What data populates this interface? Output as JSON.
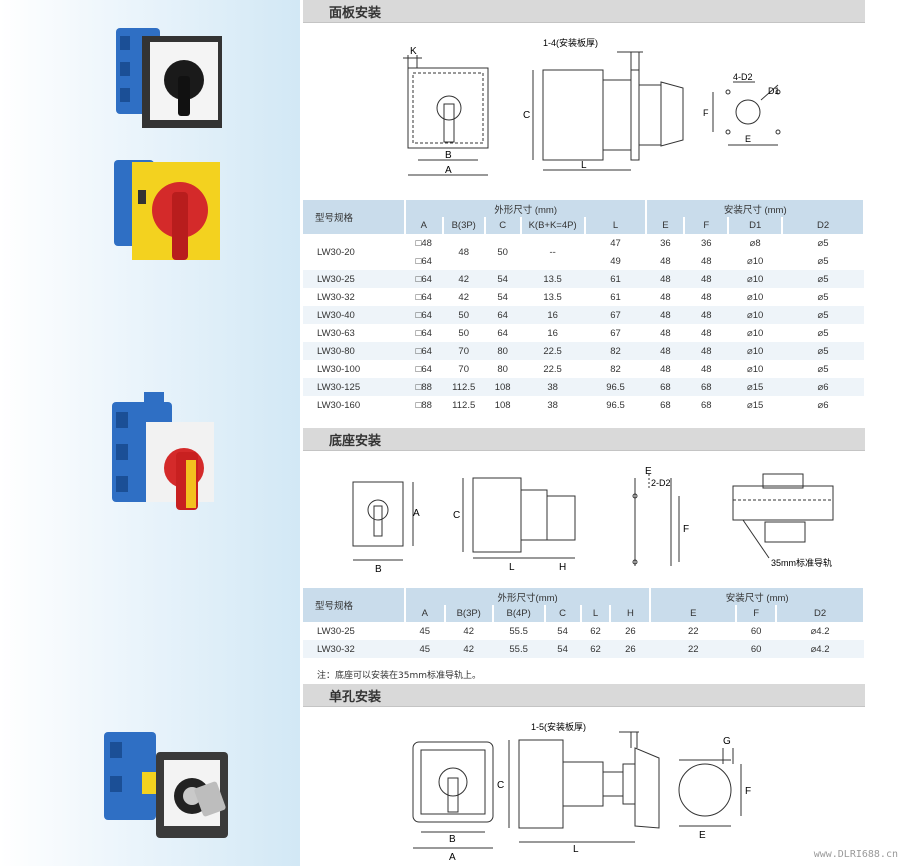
{
  "sections": {
    "panel": {
      "title": "面板安装"
    },
    "base": {
      "title": "底座安装"
    },
    "single": {
      "title": "单孔安装"
    }
  },
  "diagram_labels": {
    "panel": {
      "k": "K",
      "thickness": "1-4(安装板厚)",
      "c": "C",
      "b": "B",
      "a": "A",
      "l": "L",
      "d2": "4-D2",
      "d1": "D1",
      "f": "F",
      "e": "E"
    },
    "base": {
      "a": "A",
      "b": "B",
      "c": "C",
      "l": "L",
      "h": "H",
      "e": "E",
      "d2": "2-D2",
      "f": "F",
      "rail": "35mm标准导轨"
    },
    "single": {
      "thickness": "1-5(安装板厚)",
      "c": "C",
      "b": "B",
      "a": "A",
      "l": "L",
      "g": "G",
      "f": "F",
      "e": "E"
    }
  },
  "table1": {
    "model_header": "型号规格",
    "group1": "外形尺寸 (mm)",
    "group2": "安装尺寸 (mm)",
    "cols": [
      "A",
      "B(3P)",
      "C",
      "K(B+K=4P)",
      "L",
      "E",
      "F",
      "D1",
      "D2"
    ],
    "rows": [
      {
        "model": "LW30-20",
        "a1": "□48",
        "a2": "□64",
        "b": "48",
        "c": "50",
        "k": "--",
        "l1": "47",
        "l2": "49",
        "e1": "36",
        "e2": "48",
        "f1": "36",
        "f2": "48",
        "d11": "⌀8",
        "d12": "⌀10",
        "d21": "⌀5",
        "d22": "⌀5"
      },
      [
        "LW30-25",
        "□64",
        "42",
        "54",
        "13.5",
        "61",
        "48",
        "48",
        "⌀10",
        "⌀5"
      ],
      [
        "LW30-32",
        "□64",
        "42",
        "54",
        "13.5",
        "61",
        "48",
        "48",
        "⌀10",
        "⌀5"
      ],
      [
        "LW30-40",
        "□64",
        "50",
        "64",
        "16",
        "67",
        "48",
        "48",
        "⌀10",
        "⌀5"
      ],
      [
        "LW30-63",
        "□64",
        "50",
        "64",
        "16",
        "67",
        "48",
        "48",
        "⌀10",
        "⌀5"
      ],
      [
        "LW30-80",
        "□64",
        "70",
        "80",
        "22.5",
        "82",
        "48",
        "48",
        "⌀10",
        "⌀5"
      ],
      [
        "LW30-100",
        "□64",
        "70",
        "80",
        "22.5",
        "82",
        "48",
        "48",
        "⌀10",
        "⌀5"
      ],
      [
        "LW30-125",
        "□88",
        "112.5",
        "108",
        "38",
        "96.5",
        "68",
        "68",
        "⌀15",
        "⌀6"
      ],
      [
        "LW30-160",
        "□88",
        "112.5",
        "108",
        "38",
        "96.5",
        "68",
        "68",
        "⌀15",
        "⌀6"
      ]
    ]
  },
  "table2": {
    "model_header": "型号规格",
    "group1": "外形尺寸(mm)",
    "group2": "安装尺寸 (mm)",
    "cols": [
      "A",
      "B(3P)",
      "B(4P)",
      "C",
      "L",
      "H",
      "E",
      "F",
      "D2"
    ],
    "rows": [
      [
        "LW30-25",
        "45",
        "42",
        "55.5",
        "54",
        "62",
        "26",
        "22",
        "60",
        "⌀4.2"
      ],
      [
        "LW30-32",
        "45",
        "42",
        "55.5",
        "54",
        "62",
        "26",
        "22",
        "60",
        "⌀4.2"
      ]
    ]
  },
  "note": "注：底座可以安装在35mm标准导轨上。",
  "watermark": "www.DLRI688.cn",
  "colors": {
    "blue": "#2f6fc4",
    "red": "#d42a2a",
    "yellow": "#f3d21f",
    "header_bg": "#d9d9d9",
    "table_head": "#c9dceb"
  }
}
